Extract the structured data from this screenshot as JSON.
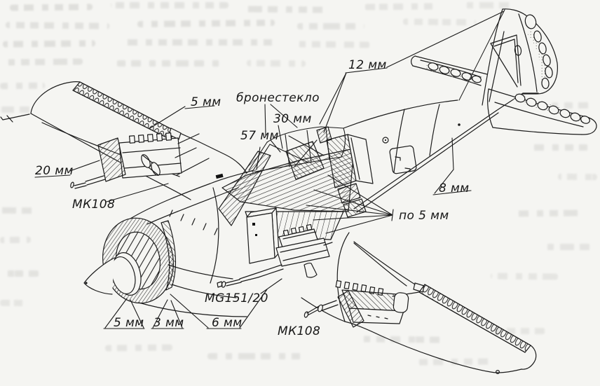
{
  "figure": {
    "kind": "aircraft-armor-scheme-line-drawing",
    "units_note": "мм"
  },
  "labels": [
    {
      "id": "wing-skin-armor",
      "text": "5 мм"
    },
    {
      "id": "wing-gun-armor",
      "text": "20 мм"
    },
    {
      "id": "left-wing-cannon",
      "text": "МК108"
    },
    {
      "id": "armored-glass",
      "text": "бронестекло"
    },
    {
      "id": "glass-30mm",
      "text": "30 мм"
    },
    {
      "id": "glass-57mm",
      "text": "57 мм"
    },
    {
      "id": "headrest-armor",
      "text": "12 мм"
    },
    {
      "id": "rear-fuselage-armor",
      "text": "8 мм"
    },
    {
      "id": "plates-each-5mm",
      "text": "по 5 мм"
    },
    {
      "id": "fuselage-cannon",
      "text": "MG151/20"
    },
    {
      "id": "right-wing-cannon",
      "text": "МК108"
    },
    {
      "id": "cowl-ring-front",
      "text": "5 мм"
    },
    {
      "id": "cowl-ring-mid",
      "text": "3 мм"
    },
    {
      "id": "cowl-panel",
      "text": "6 мм"
    }
  ]
}
